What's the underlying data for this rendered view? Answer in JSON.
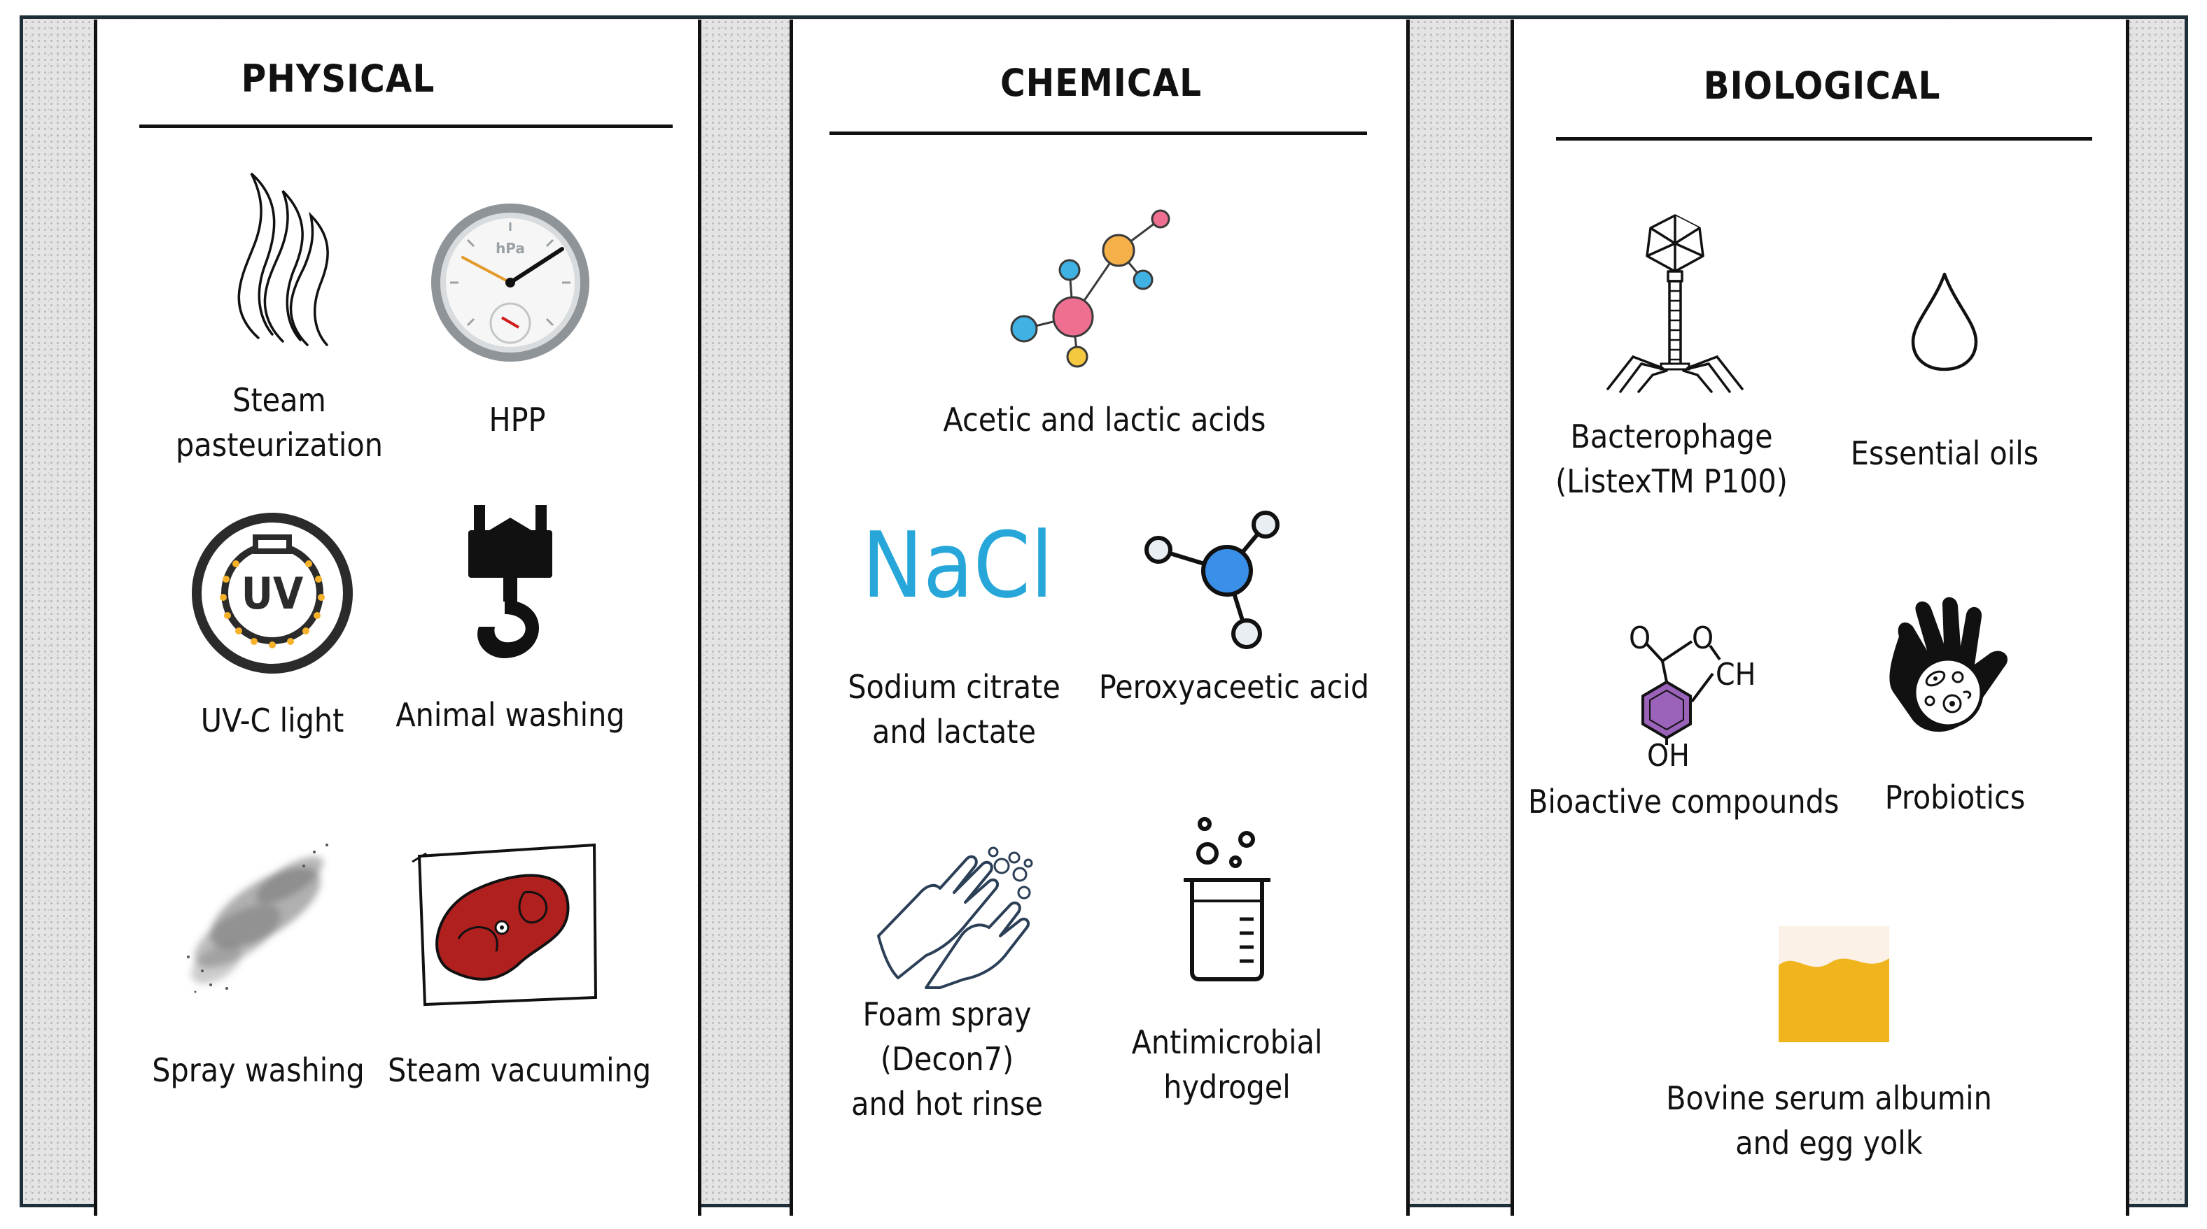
{
  "physical": {
    "title": "PHYSICAL",
    "items": [
      {
        "label1": "Steam",
        "label2": "pasteurization",
        "icon": "steam-icon"
      },
      {
        "label": "HPP",
        "icon": "pressure-gauge-icon",
        "gauge_text": "hPa"
      },
      {
        "label": "UV-C light",
        "icon": "uv-light-icon",
        "icon_text": "UV"
      },
      {
        "label": "Animal washing",
        "icon": "crane-hook-icon"
      },
      {
        "label": "Spray washing",
        "icon": "spray-mist-icon"
      },
      {
        "label": "Steam vacuuming",
        "icon": "meat-bag-icon"
      }
    ]
  },
  "chemical": {
    "title": "CHEMICAL",
    "items": [
      {
        "label": "Acetic and lactic acids",
        "icon": "molecule-icon"
      },
      {
        "label1": "Sodium citrate",
        "label2": "and lactate",
        "icon": "nacl-icon",
        "icon_text": "NaCl"
      },
      {
        "label": "Peroxyaceetic acid",
        "icon": "peroxy-molecule-icon"
      },
      {
        "label1": "Foam spray",
        "label2": "(Decon7)",
        "label3": "and hot rinse",
        "icon": "hand-washing-icon"
      },
      {
        "label1": "Antimicrobial",
        "label2": "hydrogel",
        "icon": "beaker-icon"
      }
    ]
  },
  "biological": {
    "title": "BIOLOGICAL",
    "items": [
      {
        "label1": "Bacterophage",
        "label2": "(ListexTM P100)",
        "icon": "bacteriophage-icon"
      },
      {
        "label": "Essential oils",
        "icon": "drop-icon"
      },
      {
        "label": "Bioactive compounds",
        "icon": "chemical-structure-icon",
        "formula": {
          "o1": "O",
          "o2": "O",
          "ch": "CH",
          "oh": "OH"
        }
      },
      {
        "label": "Probiotics",
        "icon": "probiotic-hand-icon"
      },
      {
        "label1": "Bovine serum albumin",
        "label2": "and egg yolk",
        "icon": "liquid-container-icon"
      }
    ]
  },
  "colors": {
    "border": "#1f2f3a",
    "pattern_bg": "#e4e4e4",
    "nacl_blue": "#27a7d9",
    "meat_red": "#b0201f",
    "yolk_yellow": "#f0b41c",
    "molecule_orange": "#f5b04a",
    "molecule_pink": "#ef6f90",
    "molecule_blue": "#3fb1e3",
    "atom_blue": "#3a8fe8",
    "bioactive_purple": "#9a62b8"
  }
}
